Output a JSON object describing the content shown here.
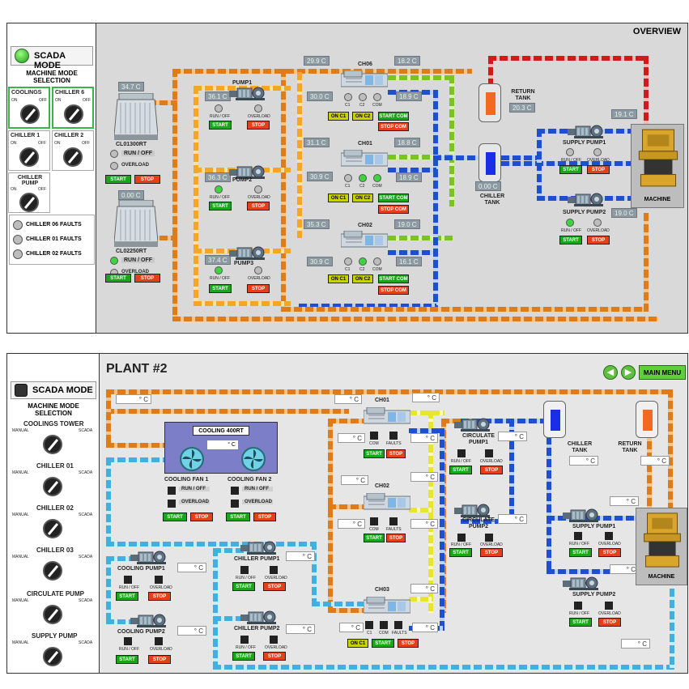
{
  "overview": {
    "title": "OVERVIEW",
    "scada_mode": "SCADA MODE",
    "machine_mode_selection": "MACHINE MODE SELECTION",
    "selectors": [
      {
        "name": "COOLINGS",
        "on": "ON",
        "off": "OFF"
      },
      {
        "name": "CHILLER 6",
        "on": "ON",
        "off": "OFF"
      },
      {
        "name": "CHILLER 1",
        "on": "ON",
        "off": "OFF"
      },
      {
        "name": "CHILLER 2",
        "on": "ON",
        "off": "OFF"
      },
      {
        "name": "CHILLER PUMP",
        "on": "ON",
        "off": "OFF"
      }
    ],
    "faults": [
      "CHILLER 06 FAULTS",
      "CHILLER 01 FAULTS",
      "CHILLER 02 FAULTS"
    ],
    "towers": [
      {
        "name": "CL01300RT",
        "temp": "34.7 C",
        "run_off": "RUN / OFF",
        "overload": "OVERLOAD",
        "start": "START",
        "stop": "STOP"
      },
      {
        "name": "CL02250RT",
        "temp": "0.00 C",
        "run_off": "RUN / OFF",
        "overload": "OVERLOAD",
        "start": "START",
        "stop": "STOP"
      }
    ],
    "pumps": [
      {
        "name": "PUMP1",
        "temp": "36.1 C",
        "run_off": "RUN / OFF",
        "overload": "OVERLOAD",
        "start": "START",
        "stop": "STOP"
      },
      {
        "name": "PUMP2",
        "temp": "36.3 C",
        "run_off": "RUN / OFF",
        "overload": "OVERLOAD",
        "start": "START",
        "stop": "STOP"
      },
      {
        "name": "PUMP3",
        "temp": "37.4 C",
        "run_off": "RUN / OFF",
        "overload": "OVERLOAD",
        "start": "START",
        "stop": "STOP"
      }
    ],
    "chillers": [
      {
        "name": "CH06",
        "t_in_top": "29.9 C",
        "t_out_top": "18.2 C",
        "t_in": "30.0 C",
        "t_out": "18.9 C",
        "c1": "C1",
        "c2": "C2",
        "com": "COM",
        "on_c1": "ON C1",
        "on_c2": "ON C2",
        "start_com": "START COM",
        "stop_com": "STOP COM"
      },
      {
        "name": "CH01",
        "t_in_top": "31.1 C",
        "t_out_top": "18.8 C",
        "t_in": "30.9 C",
        "t_out": "18.9 C",
        "c1": "C1",
        "c2": "C2",
        "com": "COM",
        "on_c1": "ON C1",
        "on_c2": "ON C2",
        "start_com": "START COM",
        "stop_com": "STOP COM"
      },
      {
        "name": "CH02",
        "t_in_top": "35.3 C",
        "t_out_top": "19.0 C",
        "t_in": "30.9 C",
        "t_out": "16.1 C",
        "c1": "C1",
        "c2": "C2",
        "com": "COM",
        "on_c1": "ON C1",
        "on_c2": "ON C2",
        "start_com": "START COM",
        "stop_com": "STOP COM"
      }
    ],
    "return_tank": {
      "name": "RETURN TANK",
      "temp": "20.3 C"
    },
    "chiller_tank": {
      "name": "CHILLER TANK",
      "temp": "0.00 C"
    },
    "supply_pumps": [
      {
        "name": "SUPPLY PUMP1",
        "temp": "19.1 C",
        "run_off": "RUN / OFF",
        "overload": "OVERLOAD",
        "start": "START",
        "stop": "STOP"
      },
      {
        "name": "SUPPLY PUMP2",
        "temp": "19.0 C",
        "run_off": "RUN / OFF",
        "overload": "OVERLOAD",
        "start": "START",
        "stop": "STOP"
      }
    ],
    "machine": "MACHINE"
  },
  "plant": {
    "title": "PLANT #2",
    "main_menu": "MAIN MENU",
    "scada_mode": "SCADA MODE",
    "machine_mode_selection": "MACHINE MODE SELECTION",
    "selectors": [
      {
        "name": "COOLINGS TOWER",
        "manual": "MANUAL",
        "scada": "SCADA"
      },
      {
        "name": "CHILLER 01",
        "manual": "MANUAL",
        "scada": "SCADA"
      },
      {
        "name": "CHILLER 02",
        "manual": "MANUAL",
        "scada": "SCADA"
      },
      {
        "name": "CHILLER 03",
        "manual": "MANUAL",
        "scada": "SCADA"
      },
      {
        "name": "CIRCULATE PUMP",
        "manual": "MANUAL",
        "scada": "SCADA"
      },
      {
        "name": "SUPPLY PUMP",
        "manual": "MANUAL",
        "scada": "SCADA"
      }
    ],
    "cooling_unit": {
      "name": "COOLING 400RT",
      "temp": "° C"
    },
    "fans": [
      {
        "name": "COOLING FAN 1",
        "run_off": "RUN / OFF",
        "overload": "OVERLOAD",
        "start": "START",
        "stop": "STOP"
      },
      {
        "name": "COOLING FAN 2",
        "run_off": "RUN / OFF",
        "overload": "OVERLOAD",
        "start": "START",
        "stop": "STOP"
      }
    ],
    "top_temp": "° C",
    "chillers": [
      {
        "name": "CH01",
        "t_in_top": "° C",
        "t_out_top": "° C",
        "t_in": "° C",
        "t_out": "° C",
        "com": "COM",
        "faults": "FAULTS",
        "start": "START",
        "stop": "STOP"
      },
      {
        "name": "CH02",
        "t_in_top": "° C",
        "t_out_top": "° C",
        "t_in": "° C",
        "t_out": "° C",
        "com": "COM",
        "faults": "FAULTS",
        "start": "START",
        "stop": "STOP"
      },
      {
        "name": "CH03",
        "t_in_top": "° C",
        "t_out_top": "° C",
        "t_in": "° C",
        "t_out": "° C",
        "c1": "C1",
        "com": "COM",
        "faults": "FAULTS",
        "on_c1": "ON C1",
        "start": "START",
        "stop": "STOP"
      }
    ],
    "circulate_pumps": [
      {
        "name": "CIRCULATE PUMP1",
        "temp": "° C",
        "run_off": "RUN / OFF",
        "overload": "OVERLOAD",
        "start": "START",
        "stop": "STOP"
      },
      {
        "name": "CIRCULATE PUMP2",
        "temp": "° C",
        "run_off": "RUN / OFF",
        "overload": "OVERLOAD",
        "start": "START",
        "stop": "STOP"
      }
    ],
    "cooling_pumps": [
      {
        "name": "COOLING PUMP1",
        "temp": "° C",
        "run_off": "RUN / OFF",
        "overload": "OVERLOAD",
        "start": "START",
        "stop": "STOP"
      },
      {
        "name": "COOLING PUMP2",
        "temp": "° C",
        "run_off": "RUN / OFF",
        "overload": "OVERLOAD",
        "start": "START",
        "stop": "STOP"
      }
    ],
    "chiller_pumps": [
      {
        "name": "CHILLER PUMP1",
        "temp": "° C",
        "run_off": "RUN / OFF",
        "overload": "OVERLOAD",
        "start": "START",
        "stop": "STOP"
      },
      {
        "name": "CHILLER PUMP2",
        "temp": "° C",
        "run_off": "RUN / OFF",
        "overload": "OVERLOAD",
        "start": "START",
        "stop": "STOP"
      }
    ],
    "chiller_tank": {
      "name": "CHILLER TANK",
      "temp": "° C"
    },
    "return_tank": {
      "name": "RETURN TANK",
      "temp": "° C"
    },
    "supply_pumps": [
      {
        "name": "SUPPLY PUMP1",
        "temp": "° C",
        "run_off": "RUN / OFF",
        "overload": "OVERLOAD",
        "start": "START",
        "stop": "STOP"
      },
      {
        "name": "SUPPLY PUMP2",
        "temp": "° C",
        "run_off": "RUN / OFF",
        "overload": "OVERLOAD",
        "start": "START",
        "stop": "STOP"
      }
    ],
    "bottom_temp": "° C",
    "machine": "MACHINE"
  },
  "colors": {
    "pipe_orange": "#e07b1a",
    "pipe_blue": "#1f4fd1",
    "pipe_green": "#7bc41f",
    "pipe_red": "#d11a1a",
    "pipe_cyan": "#3fb0e0",
    "pipe_yellow": "#e8e62a",
    "start_green": "#19a619",
    "stop_red": "#e4401a"
  },
  "icons": [
    "pump-icon",
    "chiller-icon",
    "cooling-tower-icon",
    "tank-icon",
    "machine-icon",
    "fan-icon",
    "selector-knob-icon",
    "nav-arrow-icon"
  ]
}
